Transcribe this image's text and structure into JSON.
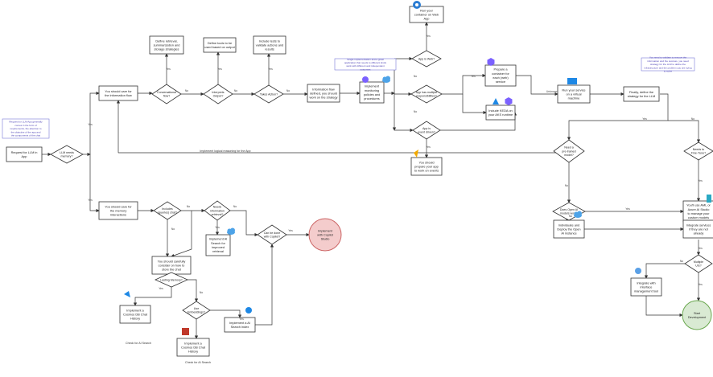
{
  "colors": {
    "stroke": "#333333",
    "note_border": "#7a7ad8",
    "note_text": "#4a3fb5",
    "terminal_fill": "#f4cccc",
    "terminal_stroke": "#cc6666",
    "start_end_fill": "#d9ead3",
    "start_end_stroke": "#6aa84f",
    "azure_blue": "#1e88e5",
    "purple": "#7b61ff"
  },
  "boxes": [
    {
      "id": "request",
      "text": [
        "Request for LLM in",
        "App"
      ]
    },
    {
      "id": "info_flow",
      "text": [
        "You should care for",
        "the information flow"
      ]
    },
    {
      "id": "mem_flow",
      "text": [
        "You should care for",
        "the memory",
        "interactions"
      ]
    },
    {
      "id": "define_retrieval",
      "text": [
        "Define retrieval,",
        "summarization and",
        "storage strategies"
      ]
    },
    {
      "id": "define_tools",
      "text": [
        "Define tools to be",
        "used based on output"
      ]
    },
    {
      "id": "include_tests",
      "text": [
        "Include tests to",
        "validate actions and",
        "results"
      ]
    },
    {
      "id": "info_diff",
      "text": [
        "Information flow",
        "defined, you should",
        "work on the strategy"
      ]
    },
    {
      "id": "implement_monitoring",
      "text": [
        "Implement",
        "monitoring",
        "policies and",
        "procedures"
      ]
    },
    {
      "id": "run_webapp",
      "text": [
        "Run your",
        "container on Web",
        "App"
      ]
    },
    {
      "id": "prepare_container",
      "text": [
        "Prepare a",
        "container for",
        "each (web)",
        "service"
      ]
    },
    {
      "id": "include_kaito",
      "text": [
        "Include KEDA on",
        "your AKS runtime"
      ]
    },
    {
      "id": "prepare_app",
      "text": [
        "You should",
        "prepare your app",
        "to work on events"
      ]
    },
    {
      "id": "run_vm",
      "text": [
        "Run your service",
        "on a virtual",
        "machine"
      ]
    },
    {
      "id": "finally",
      "text": [
        "Finally, define the",
        "strategy for the LLM"
      ]
    },
    {
      "id": "carefully",
      "text": [
        "You should carefully",
        "consider on how to",
        "store the chat"
      ]
    },
    {
      "id": "impl_cosmos1",
      "text": [
        "Implement a",
        "Cosmos DB Chat",
        "History"
      ]
    },
    {
      "id": "impl_cosmos2",
      "text": [
        "Implement a",
        "Cosmos DB Chat",
        "History"
      ]
    },
    {
      "id": "impl_search",
      "text": [
        "Implement a AI",
        "Search index"
      ]
    },
    {
      "id": "impl_ai_search_retrieval",
      "text": [
        "Implement AI",
        "Search for",
        "improved",
        "retrieval"
      ]
    },
    {
      "id": "ml_studio",
      "text": [
        "You'll use AML or",
        "Azure AI Studio",
        "to manage your",
        "custom models"
      ]
    },
    {
      "id": "individual_openai",
      "text": [
        "Individuate and",
        "Deploy the Open",
        "AI instance"
      ]
    },
    {
      "id": "integrate_services",
      "text": [
        "Integrate services",
        "if they are not",
        "already"
      ]
    },
    {
      "id": "integrate_ui",
      "text": [
        "Integrate with",
        "interface",
        "management tool"
      ]
    }
  ],
  "decisions": [
    {
      "id": "llm_memory",
      "text": [
        "LLM needs",
        "memory?"
      ]
    },
    {
      "id": "conversational",
      "text": [
        "Conversational",
        "flow?"
      ]
    },
    {
      "id": "interpret",
      "text": [
        "Interprets",
        "Output?"
      ]
    },
    {
      "id": "takes_action",
      "text": [
        "Takes Action?"
      ]
    },
    {
      "id": "includes_chat",
      "text": [
        "Includes",
        "(queries) chat?"
      ]
    },
    {
      "id": "needs_retrieval",
      "text": [
        "Needs",
        "information",
        "retrieval?"
      ]
    },
    {
      "id": "copilot_q",
      "text": [
        "Can be done",
        "with Copilot?"
      ]
    },
    {
      "id": "is_webapp",
      "text": [
        "App is Web?"
      ]
    },
    {
      "id": "multiple_resp",
      "text": [
        "App has multiple",
        "responsibilities?"
      ]
    },
    {
      "id": "event_driven",
      "text": [
        "App is",
        "event driven?"
      ]
    },
    {
      "id": "lasting_memory",
      "text": [
        "Lasting Memory?"
      ]
    },
    {
      "id": "use_embeddings",
      "text": [
        "Use",
        "Embeddings?"
      ]
    },
    {
      "id": "pretrained",
      "text": [
        "Need a",
        "pre-trained",
        "model?"
      ]
    },
    {
      "id": "fine_tuned",
      "text": [
        "Needs to",
        "Fine-Tune?"
      ]
    },
    {
      "id": "openai_works",
      "text": [
        "Does Open AI",
        "models work?"
      ]
    },
    {
      "id": "multiple_ui",
      "text": [
        "Multiple",
        "UIs?"
      ]
    }
  ],
  "terminals": [
    {
      "id": "impl_copilot",
      "text": [
        "Implement",
        "with Copilot",
        "Studio"
      ]
    },
    {
      "id": "start_dev",
      "text": [
        "Start",
        "Development"
      ]
    }
  ],
  "notes": [
    {
      "id": "note_left",
      "text": [
        "Request for LLM App generally",
        "comes in the form of",
        "requirements, the attention to",
        "the objective of the app and",
        "the components of the chat"
      ]
    },
    {
      "id": "note_mid",
      "text": [
        "Single implementation and a great",
        "application that needs to different kinds",
        "work with different and independent",
        "outcomes"
      ]
    },
    {
      "id": "note_right",
      "text": [
        "You need to validate to remove the",
        "information and the success, you need",
        "strategy for the LLM to define the",
        "infrastructure and the problem you are trying",
        "to solve"
      ]
    }
  ],
  "edge_labels": {
    "yes": "Yes",
    "no": "No",
    "unknown": "Unknown",
    "implement_logical": "Implement logical reasoning for the App",
    "check_ai_search_1": "Check for AI Search",
    "check_ai_search_2": "Check for AI Search"
  }
}
